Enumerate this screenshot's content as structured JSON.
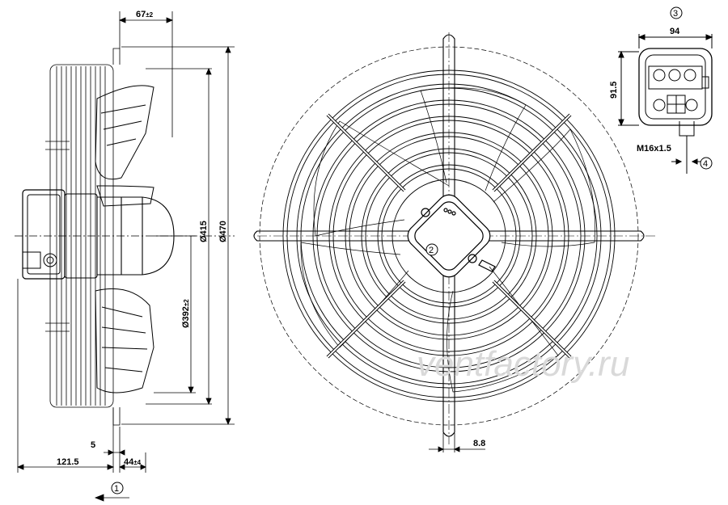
{
  "dimensions": {
    "offset_67": "67",
    "offset_67_tol": "±2",
    "dia_415": "Ø415",
    "dia_470": "Ø470",
    "dia_392": "Ø392",
    "dia_392_tol": "±2",
    "dim_5": "5",
    "dim_121_5": "121.5",
    "dim_44": "44",
    "dim_44_tol": "±4",
    "dim_8_8": "8.8",
    "box_width_94": "94",
    "box_height_91_5": "91.5",
    "cable_gland": "M16x1.5"
  },
  "callouts": {
    "c1": "1",
    "c2": "2",
    "c3": "3",
    "c4": "4"
  },
  "watermark": "ventfactory.ru"
}
